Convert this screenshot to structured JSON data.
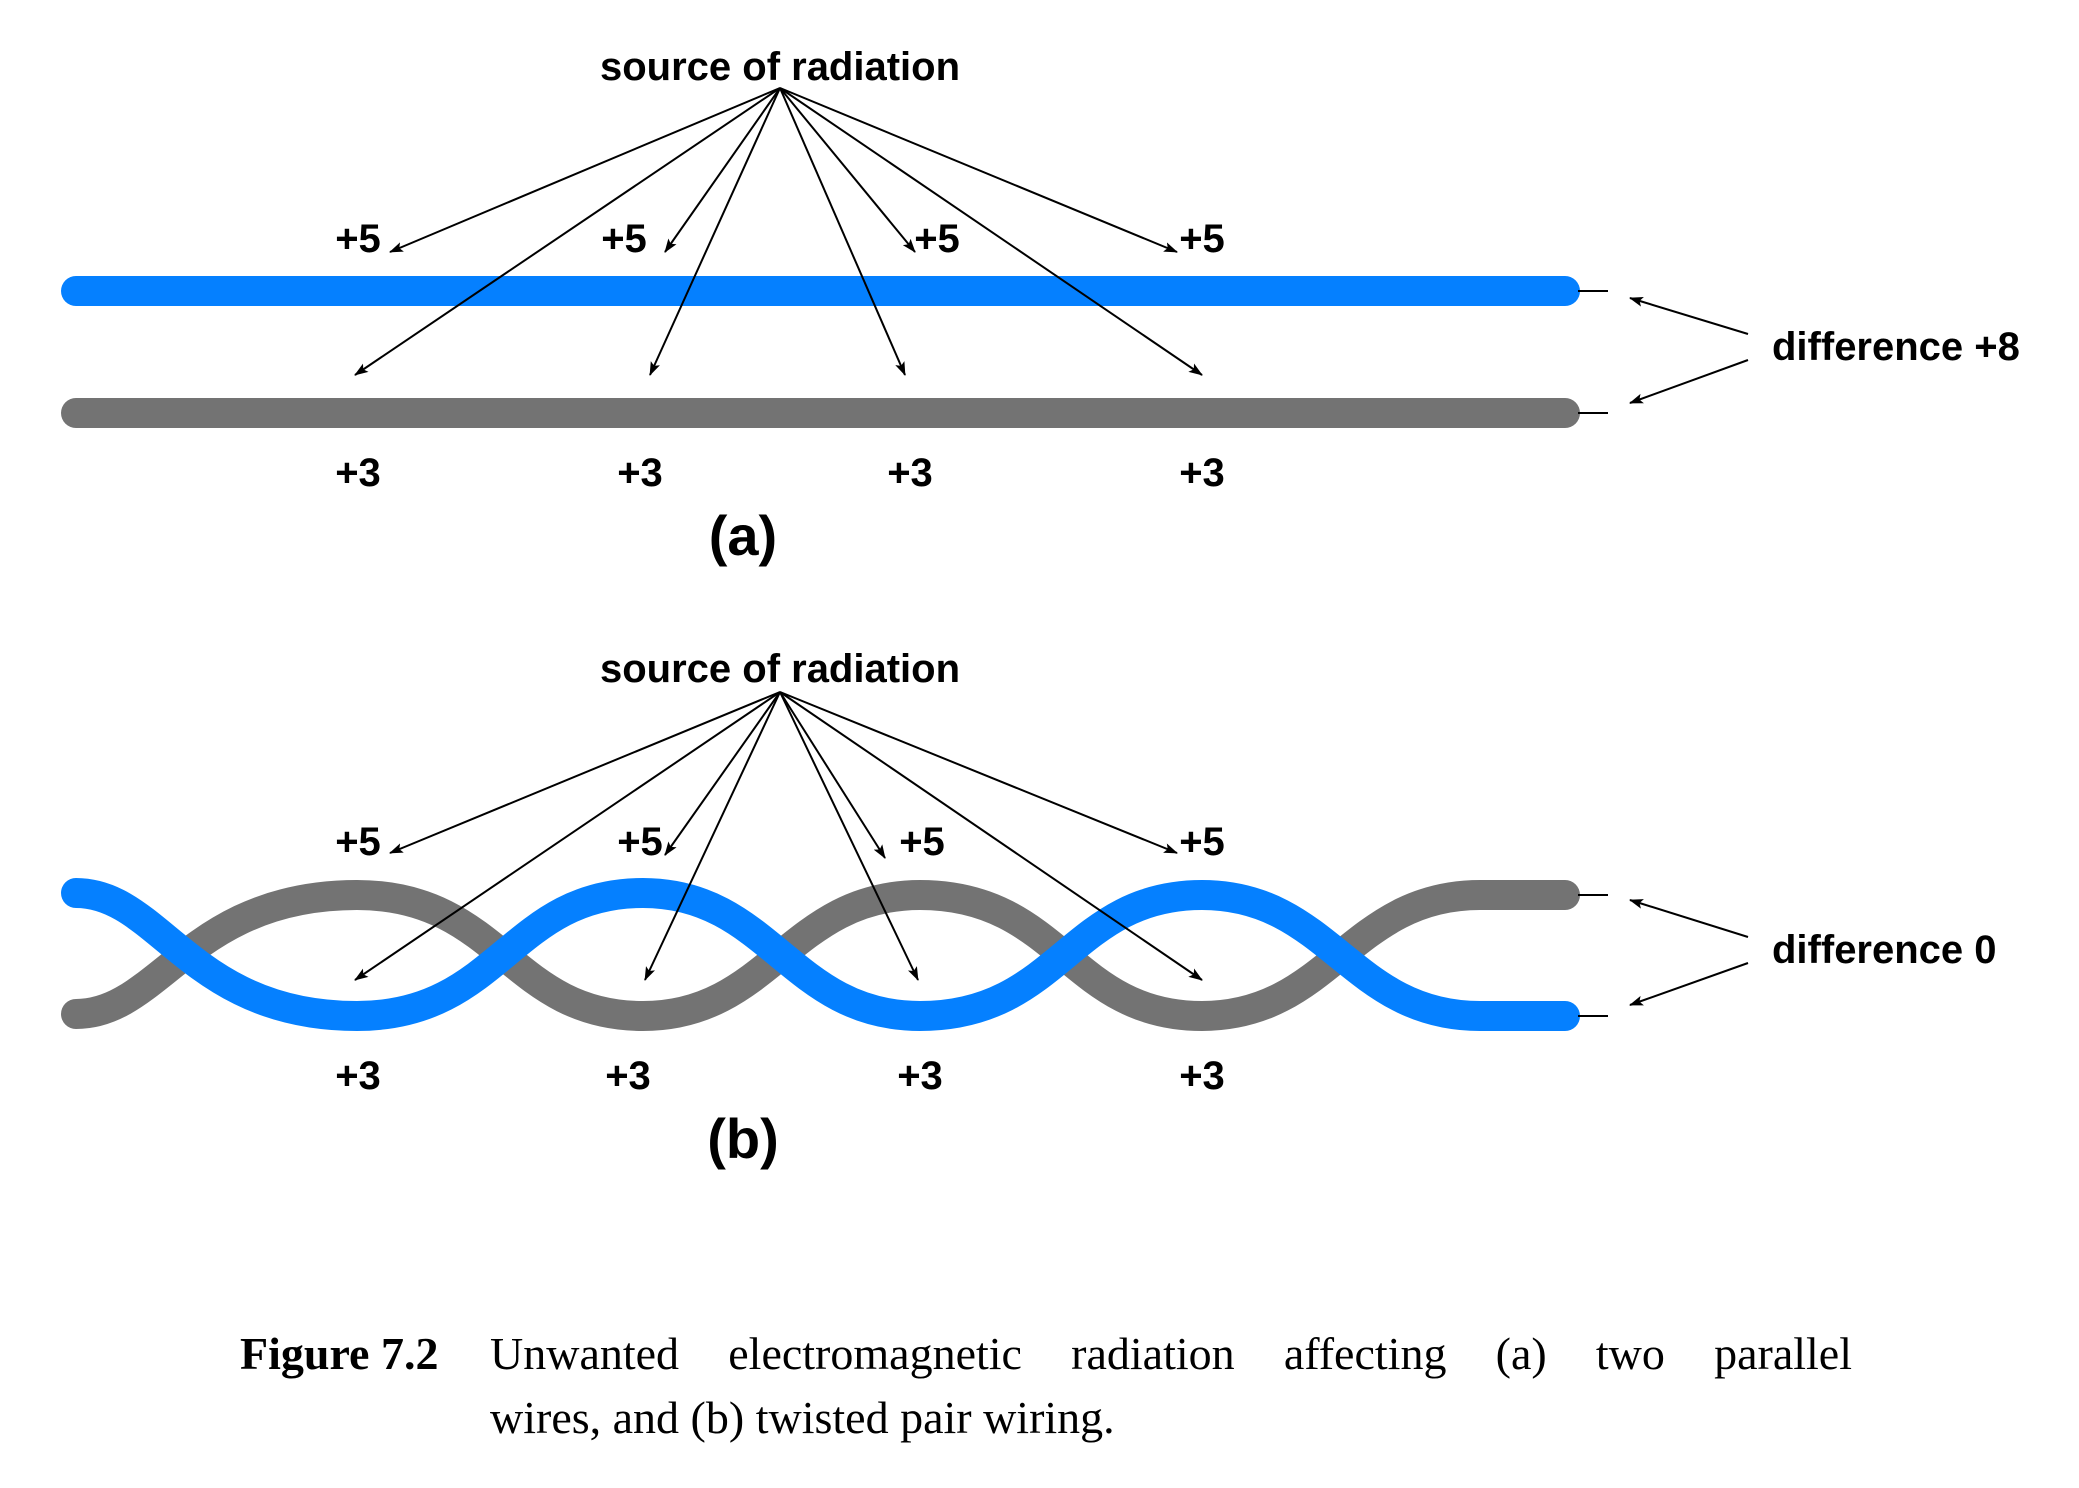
{
  "colors": {
    "wire_blue": "#0580FF",
    "wire_gray": "#737373",
    "arrow": "#000000"
  },
  "panel_a": {
    "source": "source of radiation",
    "top_values": [
      "+5",
      "+5",
      "+5",
      "+5"
    ],
    "bottom_values": [
      "+3",
      "+3",
      "+3",
      "+3"
    ],
    "difference": "difference +8",
    "label": "(a)"
  },
  "panel_b": {
    "source": "source of radiation",
    "top_values": [
      "+5",
      "+5",
      "+5",
      "+5"
    ],
    "bottom_values": [
      "+3",
      "+3",
      "+3",
      "+3"
    ],
    "difference": "difference 0",
    "label": "(b)"
  },
  "caption": {
    "number": "Figure 7.2",
    "line1": "Unwanted electromagnetic radiation affecting (a) two parallel",
    "line2": "wires, and (b) twisted pair wiring."
  }
}
